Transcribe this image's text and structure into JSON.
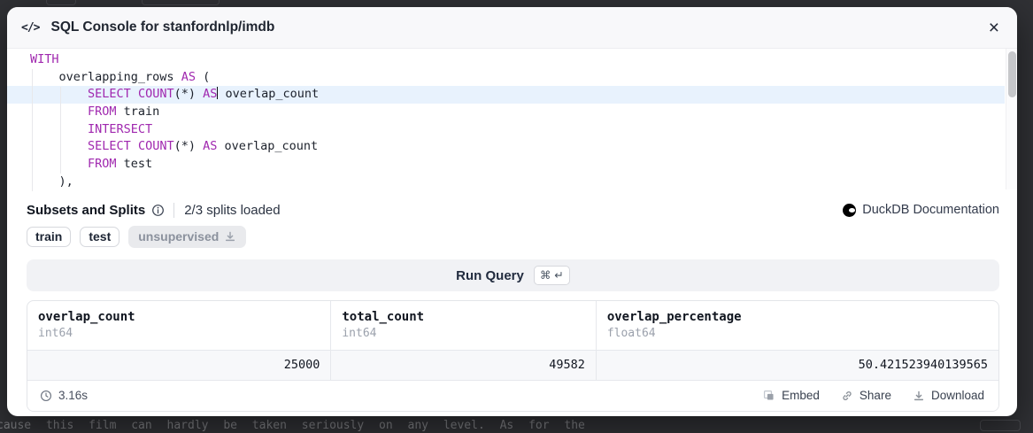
{
  "modal": {
    "title": "SQL Console for stanfordnlp/imdb",
    "code_icon": "</>",
    "close_icon": "×"
  },
  "editor": {
    "lines": [
      {
        "tokens": [
          [
            "kw",
            "WITH"
          ]
        ]
      },
      {
        "tokens": [
          [
            "tx",
            "    overlapping_rows "
          ],
          [
            "kw",
            "AS"
          ],
          [
            "tx",
            " ("
          ]
        ]
      },
      {
        "active": true,
        "tokens": [
          [
            "tx",
            "        "
          ],
          [
            "kw",
            "SELECT"
          ],
          [
            "tx",
            " "
          ],
          [
            "kw",
            "COUNT"
          ],
          [
            "tx",
            "(*) "
          ],
          [
            "kw",
            "AS"
          ],
          [
            "cur",
            ""
          ],
          [
            "tx",
            " overlap_count"
          ]
        ]
      },
      {
        "tokens": [
          [
            "tx",
            "        "
          ],
          [
            "kw",
            "FROM"
          ],
          [
            "tx",
            " train"
          ]
        ]
      },
      {
        "tokens": [
          [
            "tx",
            "        "
          ],
          [
            "kw",
            "INTERSECT"
          ]
        ]
      },
      {
        "tokens": [
          [
            "tx",
            "        "
          ],
          [
            "kw",
            "SELECT"
          ],
          [
            "tx",
            " "
          ],
          [
            "kw",
            "COUNT"
          ],
          [
            "tx",
            "(*) "
          ],
          [
            "kw",
            "AS"
          ],
          [
            "tx",
            " overlap_count"
          ]
        ]
      },
      {
        "tokens": [
          [
            "tx",
            "        "
          ],
          [
            "kw",
            "FROM"
          ],
          [
            "tx",
            " test"
          ]
        ]
      },
      {
        "tokens": [
          [
            "tx",
            "    ),"
          ]
        ]
      }
    ]
  },
  "subsets": {
    "title": "Subsets and Splits",
    "status": "2/3 splits loaded",
    "doc_link_label": "DuckDB Documentation",
    "splits": [
      {
        "label": "train",
        "state": "loaded"
      },
      {
        "label": "test",
        "state": "loaded"
      },
      {
        "label": "unsupervised",
        "state": "not_loaded",
        "icon": "download-icon"
      }
    ]
  },
  "run_query": {
    "label": "Run Query",
    "shortcut": "⌘ ↵"
  },
  "results": {
    "columns": [
      {
        "name": "overlap_count",
        "type": "int64"
      },
      {
        "name": "total_count",
        "type": "int64"
      },
      {
        "name": "overlap_percentage",
        "type": "float64"
      }
    ],
    "rows": [
      [
        "25000",
        "49582",
        "50.421523940139565"
      ]
    ],
    "elapsed": "3.16s",
    "actions": [
      {
        "label": "Embed",
        "icon": "embed-icon"
      },
      {
        "label": "Share",
        "icon": "link-icon"
      },
      {
        "label": "Download",
        "icon": "download-icon"
      }
    ]
  },
  "background": {
    "dimmed_text": "cause this film can hardly be taken seriously on any level. As for the"
  },
  "colors": {
    "keyword": "#a028af",
    "active_line": "#e8f2fd",
    "backdrop": "#303135"
  }
}
